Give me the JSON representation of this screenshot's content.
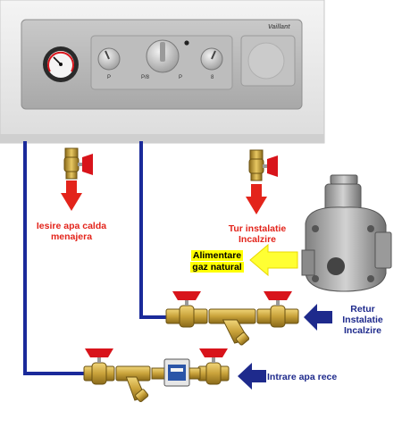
{
  "boiler": {
    "brand": "Vaillant",
    "knob_marks": [
      "P",
      "P/8",
      "P",
      "8"
    ]
  },
  "labels": {
    "hot_water": [
      "Iesire apa calda",
      "menajera"
    ],
    "heating_flow": [
      "Tur instalatie",
      "Incalzire"
    ],
    "gas": [
      "Alimentare",
      "gaz natural"
    ],
    "heating_return": [
      "Retur",
      "Instalatie",
      "Incalzire"
    ],
    "cold_in": "Intrare apa rece"
  },
  "colors": {
    "pipe": "#1a2a9a",
    "red_arrow": "#e3241b",
    "navy_arrow": "#1e2a8c",
    "gas_arrow": "#ffff33",
    "valve_handle": "#d8141b",
    "brass": "#c9a23a"
  }
}
